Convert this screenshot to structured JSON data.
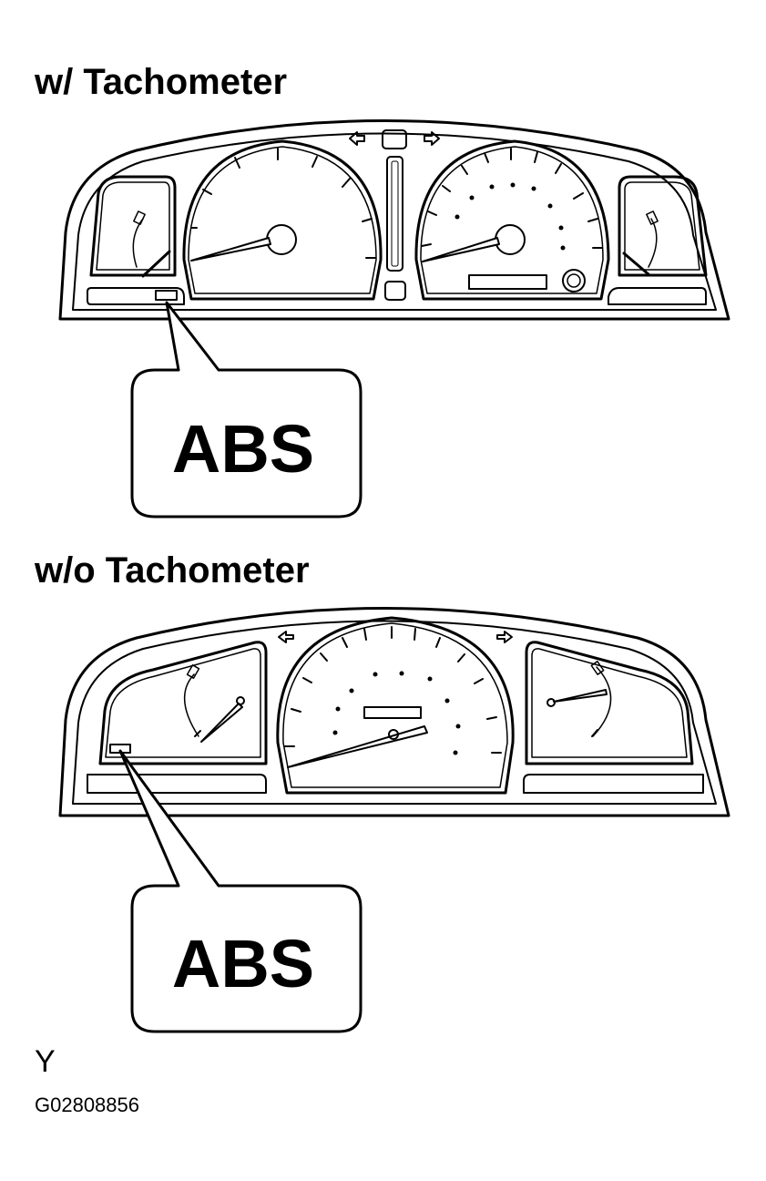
{
  "sections": [
    {
      "title": "w/ Tachometer",
      "callout_label": "ABS"
    },
    {
      "title": "w/o Tachometer",
      "callout_label": "ABS"
    }
  ],
  "footer": {
    "letter": "Y",
    "code": "G02808856"
  },
  "colors": {
    "ink": "#000000",
    "background": "#ffffff"
  }
}
